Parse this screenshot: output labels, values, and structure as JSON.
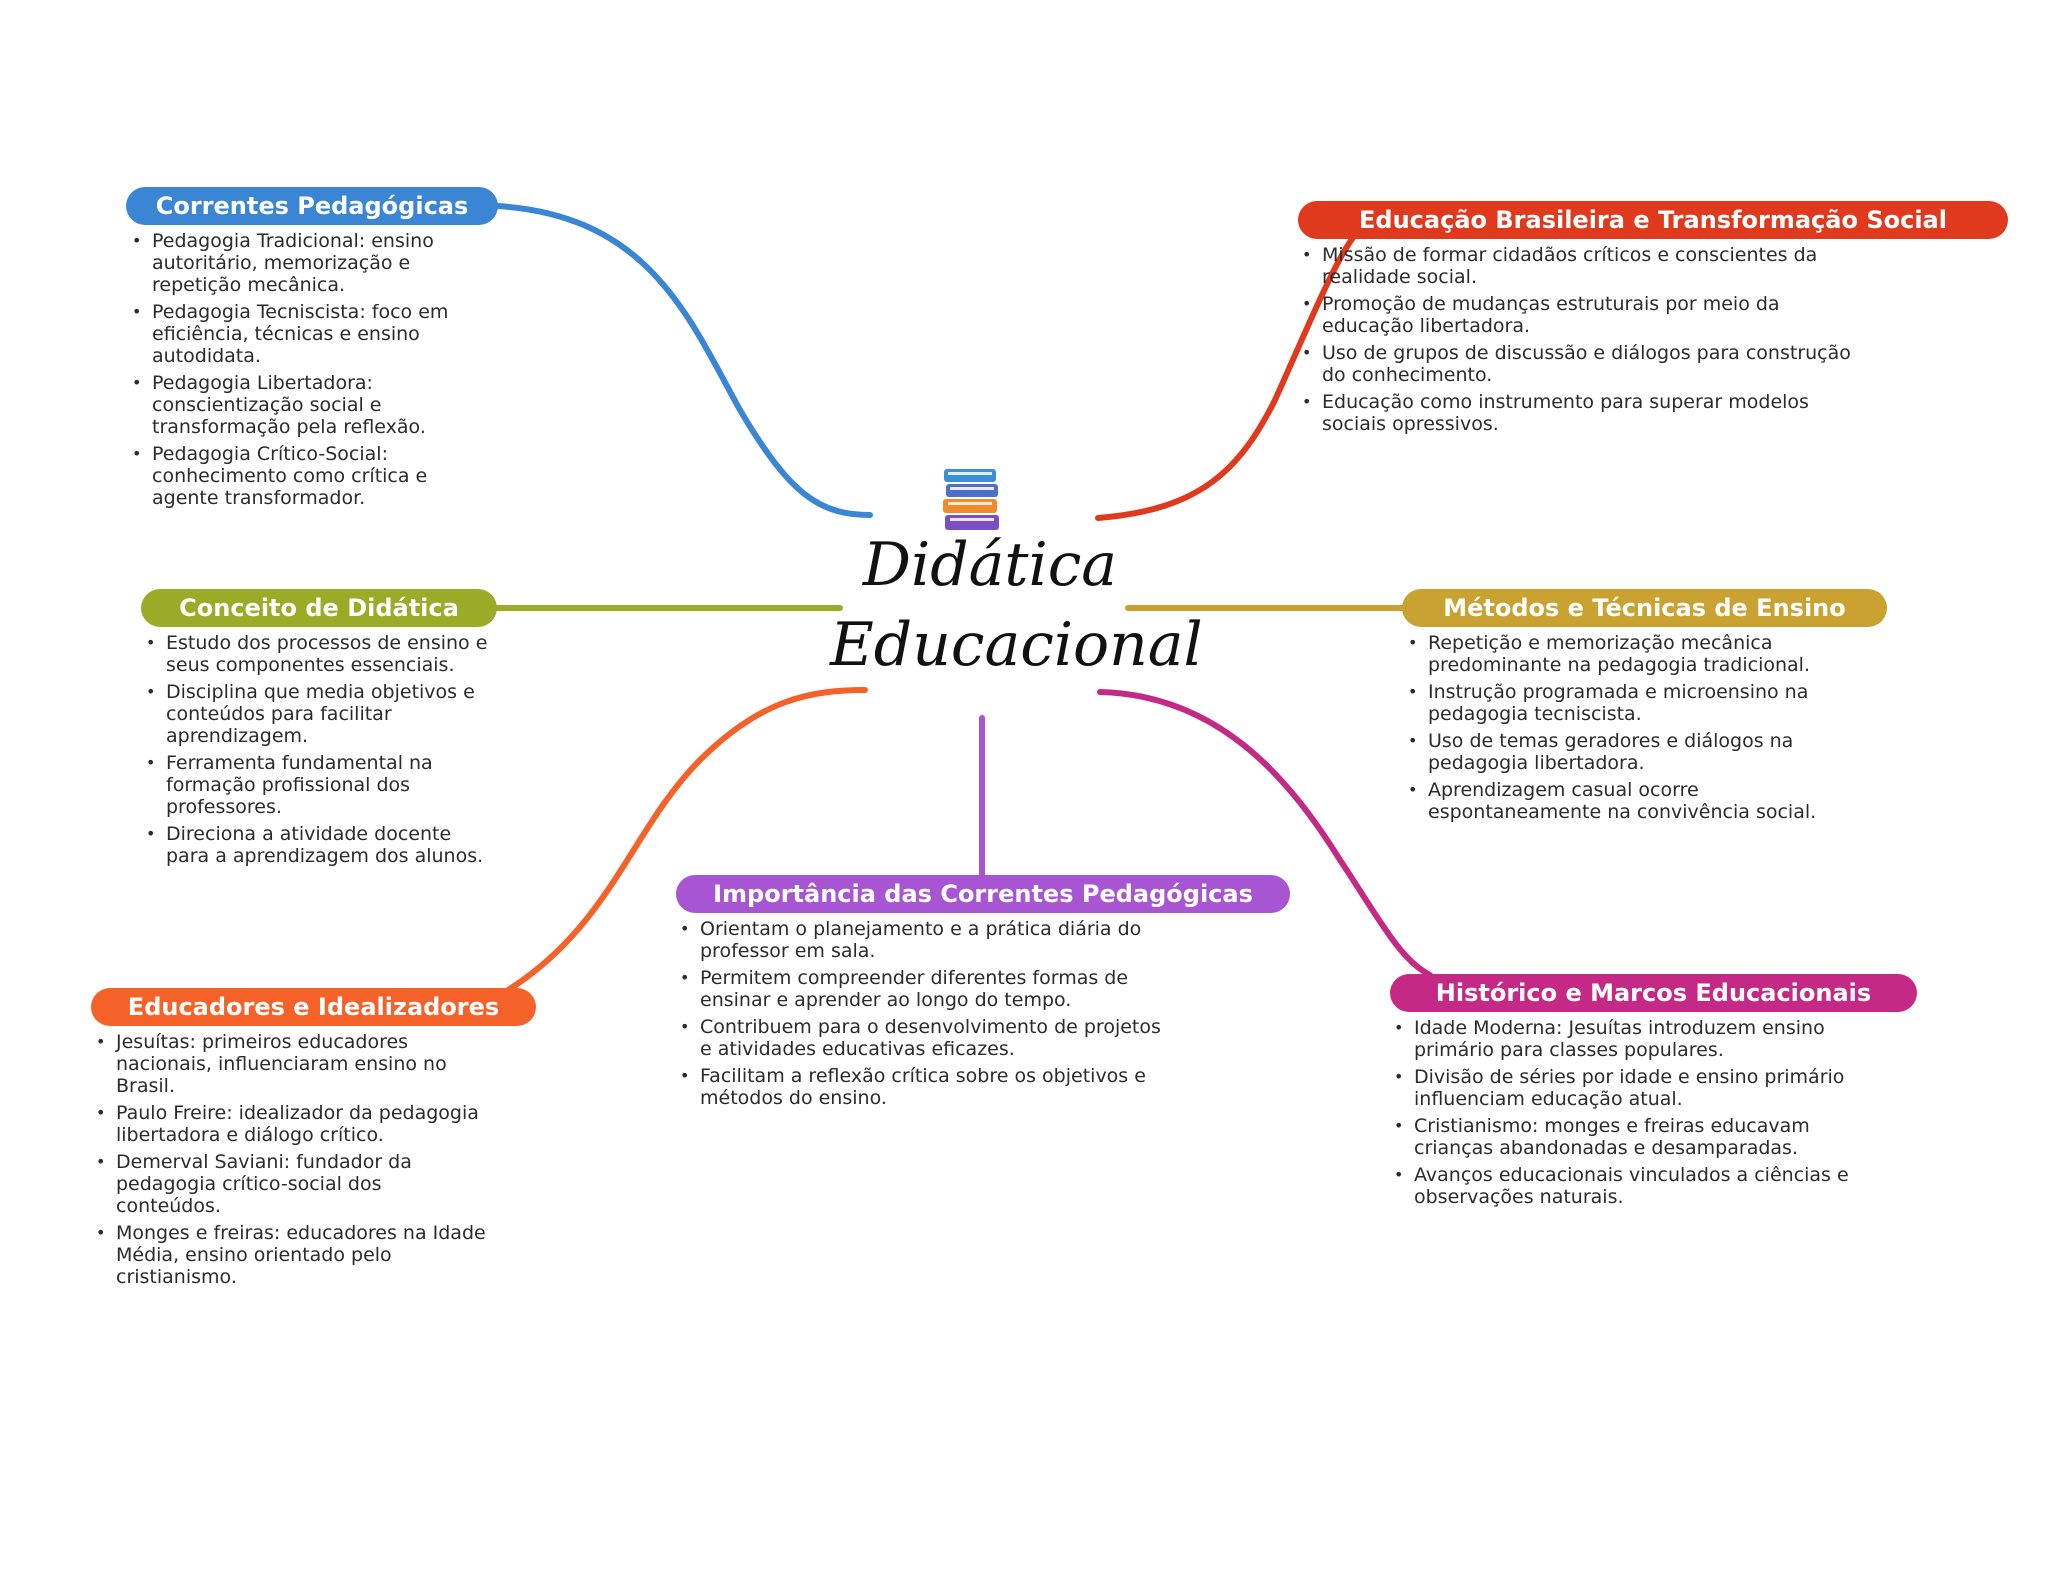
{
  "title": {
    "line1": "Didática",
    "line2": "Educacional"
  },
  "center_icon": "stack-of-books-icon",
  "branches": {
    "correntes": {
      "label": "Correntes Pedagógicas",
      "color": "#3a86d4",
      "items": [
        "Pedagogia Tradicional: ensino autoritário, memorização e repetição mecânica.",
        "Pedagogia Tecniscista: foco em eficiência, técnicas e ensino autodidata.",
        "Pedagogia Libertadora: conscientização social e transformação pela reflexão.",
        "Pedagogia Crítico-Social: conhecimento como crítica e agente transformador."
      ]
    },
    "conceito": {
      "label": "Conceito de Didática",
      "color": "#9aac27",
      "items": [
        "Estudo dos processos de ensino e seus componentes essenciais.",
        "Disciplina que media objetivos e conteúdos para facilitar aprendizagem.",
        "Ferramenta fundamental na formação profissional dos professores.",
        "Direciona a atividade docente para a aprendizagem dos alunos."
      ]
    },
    "educadores": {
      "label": "Educadores e Idealizadores",
      "color": "#f4622a",
      "items": [
        "Jesuítas: primeiros educadores nacionais, influenciaram ensino no Brasil.",
        "Paulo Freire: idealizador da pedagogia libertadora e diálogo crítico.",
        "Demerval Saviani: fundador da pedagogia crítico-social dos conteúdos.",
        "Monges e freiras: educadores na Idade Média, ensino orientado pelo cristianismo."
      ]
    },
    "importancia": {
      "label": "Importância das Correntes Pedagógicas",
      "color": "#a855d4",
      "items": [
        "Orientam o planejamento e a prática diária do professor em sala.",
        "Permitem compreender diferentes formas de ensinar e aprender ao longo do tempo.",
        "Contribuem para o desenvolvimento de projetos e atividades educativas eficazes.",
        "Facilitam a reflexão crítica sobre os objetivos e métodos do ensino."
      ]
    },
    "historico": {
      "label": "Histórico e Marcos Educacionais",
      "color": "#c42a85",
      "items": [
        "Idade Moderna: Jesuítas introduzem ensino primário para classes populares.",
        "Divisão de séries por idade e ensino primário influenciam educação atual.",
        "Cristianismo: monges e freiras educavam crianças abandonadas e desamparadas.",
        "Avanços educacionais vinculados a ciências e observações naturais."
      ]
    },
    "metodos": {
      "label": "Métodos e Técnicas de Ensino",
      "color": "#c9a232",
      "items": [
        "Repetição e memorização mecânica predominante na pedagogia tradicional.",
        "Instrução programada e microensino na pedagogia tecniscista.",
        "Uso de temas geradores e diálogos na pedagogia libertadora.",
        "Aprendizagem casual ocorre espontaneamente na convivência social."
      ]
    },
    "brasileira": {
      "label": "Educação Brasileira e Transformação Social",
      "color": "#e03a1e",
      "items": [
        "Missão de formar cidadãos críticos e conscientes da realidade social.",
        "Promoção de mudanças estruturais por meio da educação libertadora.",
        "Uso de grupos de discussão e diálogos para construção do conhecimento.",
        "Educação como instrumento para superar modelos sociais opressivos."
      ]
    }
  }
}
